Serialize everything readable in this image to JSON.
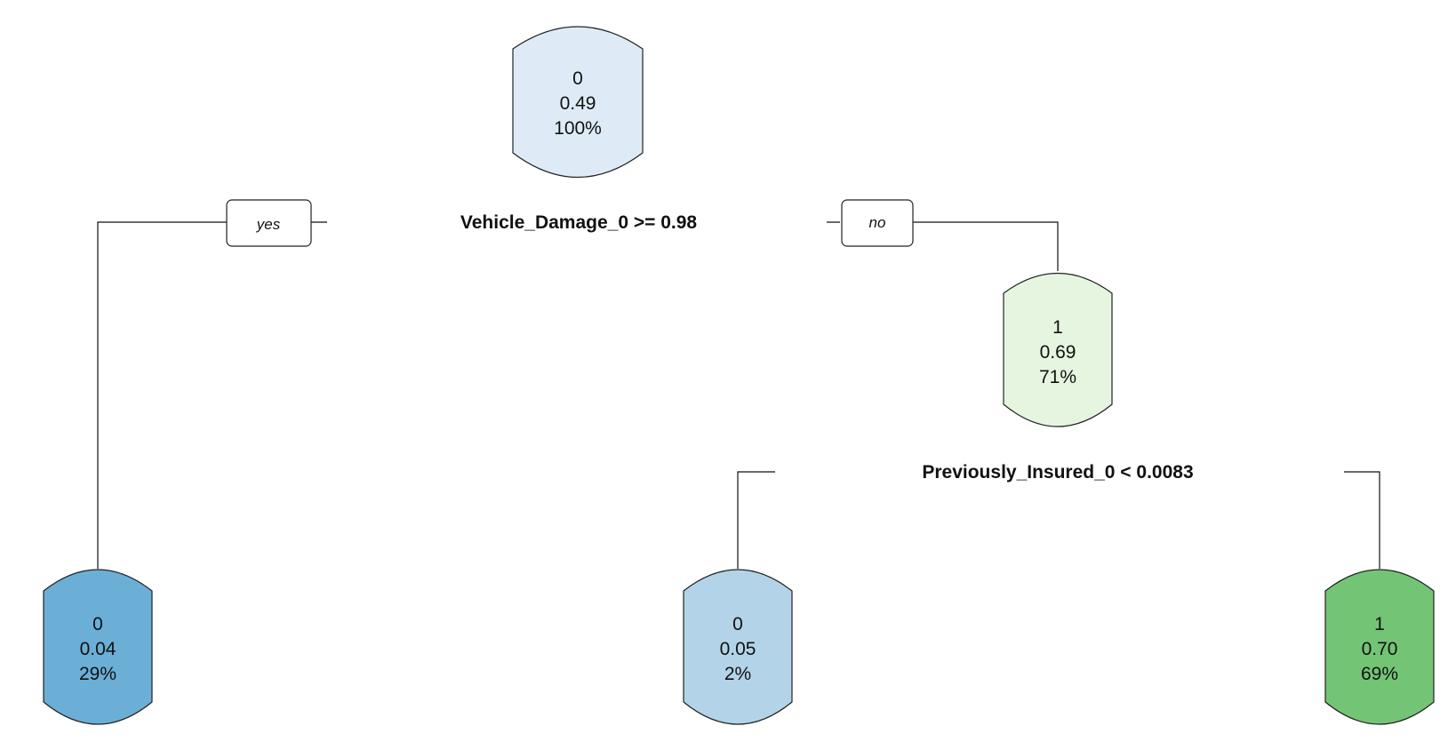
{
  "nodes": {
    "root": {
      "class": "0",
      "prob": "0.49",
      "pct": "100%",
      "fill": "#deebf7"
    },
    "left_leaf": {
      "class": "0",
      "prob": "0.04",
      "pct": "29%",
      "fill": "#6baed6"
    },
    "right": {
      "class": "1",
      "prob": "0.69",
      "pct": "71%",
      "fill": "#e5f5e0"
    },
    "rl_leaf": {
      "class": "0",
      "prob": "0.05",
      "pct": "2%",
      "fill": "#b3d3e8"
    },
    "rr_leaf": {
      "class": "1",
      "prob": "0.70",
      "pct": "69%",
      "fill": "#74c476"
    }
  },
  "splits": {
    "root_split": "Vehicle_Damage_0 >= 0.98",
    "right_split": "Previously_Insured_0 < 0.0083"
  },
  "branches": {
    "yes": "yes",
    "no": "no"
  }
}
